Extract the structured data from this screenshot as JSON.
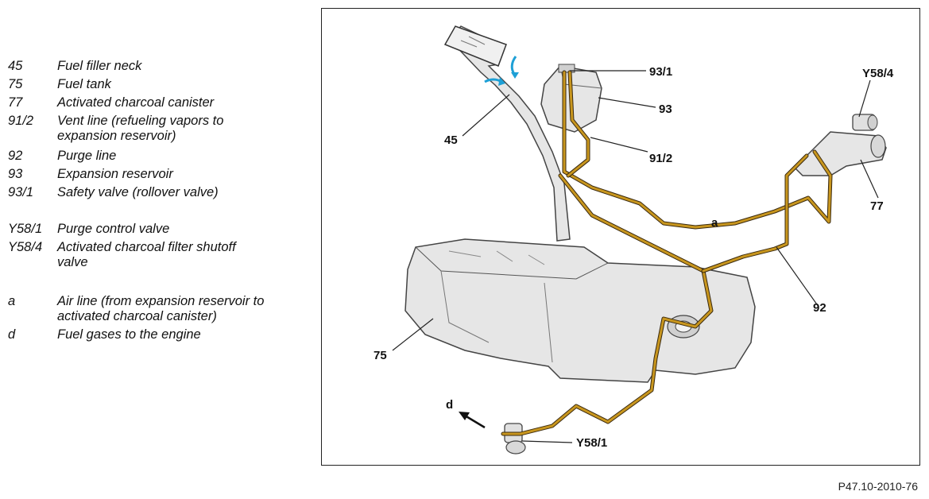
{
  "legend": [
    {
      "code": "45",
      "desc": "Fuel filler neck"
    },
    {
      "code": "75",
      "desc": "Fuel tank"
    },
    {
      "code": "77",
      "desc": "Activated charcoal canister"
    },
    {
      "code": "91/2",
      "desc": "Vent line (refueling vapors to expansion reservoir)"
    },
    {
      "code": "92",
      "desc": "Purge line"
    },
    {
      "code": "93",
      "desc": "Expansion reservoir"
    },
    {
      "code": "93/1",
      "desc": "Safety valve (rollover valve)"
    },
    {
      "code": "Y58/1",
      "desc": "Purge control valve"
    },
    {
      "code": "Y58/4",
      "desc": "Activated charcoal filter shutoff valve"
    },
    {
      "code": "a",
      "desc": "Air line (from expansion reservoir to activated charcoal canister)"
    },
    {
      "code": "d",
      "desc": "Fuel gases to the engine"
    }
  ],
  "callouts": {
    "c45": "45",
    "c75": "75",
    "c77": "77",
    "c91_2": "91/2",
    "c92": "92",
    "c93": "93",
    "c93_1": "93/1",
    "cY58_1": "Y58/1",
    "cY58_4": "Y58/4",
    "ca": "a",
    "cd": "d"
  },
  "reference": "P47.10-2010-76",
  "colors": {
    "line": "#c8961e",
    "line_edge": "#3a2a10",
    "part_fill": "#e6e6e6",
    "part_stroke": "#444444",
    "arrow_blue": "#1ea0d6"
  }
}
